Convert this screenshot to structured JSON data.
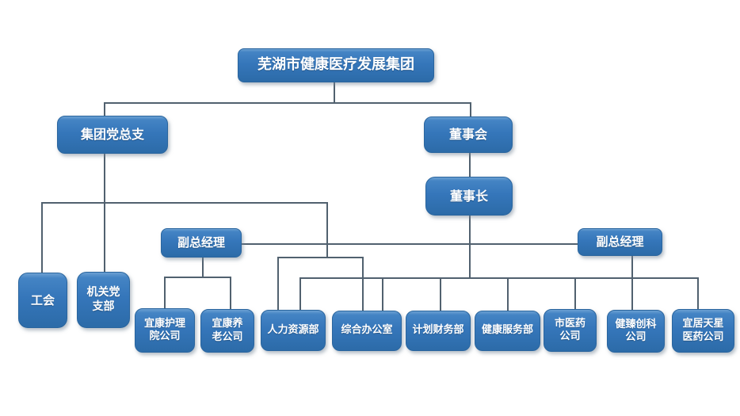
{
  "diagram": {
    "type": "org-chart",
    "title": "芜湖市健康医疗发展集团"
  },
  "colors": {
    "background": "#ffffff",
    "node_fill_top": "#6ba0d2",
    "node_fill_bottom": "#2c6ba8",
    "node_border": "#2a659e",
    "node_text": "#ffffff",
    "connector": "#51616f"
  },
  "nodes": [
    {
      "id": "group",
      "label": "芜湖市健康医疗发展集团",
      "parent": null
    },
    {
      "id": "party-committee",
      "label": "集团党总支",
      "parent": "group"
    },
    {
      "id": "board",
      "label": "董事会",
      "parent": "group"
    },
    {
      "id": "chairman",
      "label": "董事长",
      "parent": "board"
    },
    {
      "id": "vgm-left",
      "label": "副总经理",
      "parent": "chairman"
    },
    {
      "id": "vgm-right",
      "label": "副总经理",
      "parent": "chairman"
    },
    {
      "id": "labor-union",
      "label": "工会",
      "parent": "party-committee"
    },
    {
      "id": "office-party-branch",
      "label": "机关党\n支部",
      "parent": "party-committee"
    },
    {
      "id": "yikang-nursing",
      "label": "宜康护理\n院公司",
      "parent": "vgm-left"
    },
    {
      "id": "yikang-eldercare",
      "label": "宜康养\n老公司",
      "parent": "vgm-left"
    },
    {
      "id": "hr-dept",
      "label": "人力资源部",
      "parent": "chairman"
    },
    {
      "id": "general-office",
      "label": "综合办公室",
      "parent": "chairman"
    },
    {
      "id": "planning-finance",
      "label": "计划财务部",
      "parent": "chairman"
    },
    {
      "id": "health-service",
      "label": "健康服务部",
      "parent": "chairman"
    },
    {
      "id": "city-pharma",
      "label": "市医药\n公司",
      "parent": "vgm-right"
    },
    {
      "id": "jianzhen-chuangke",
      "label": "健臻创科\n公司",
      "parent": "vgm-right"
    },
    {
      "id": "yiju-tianxing",
      "label": "宜居天星\n医药公司",
      "parent": "vgm-right"
    }
  ]
}
